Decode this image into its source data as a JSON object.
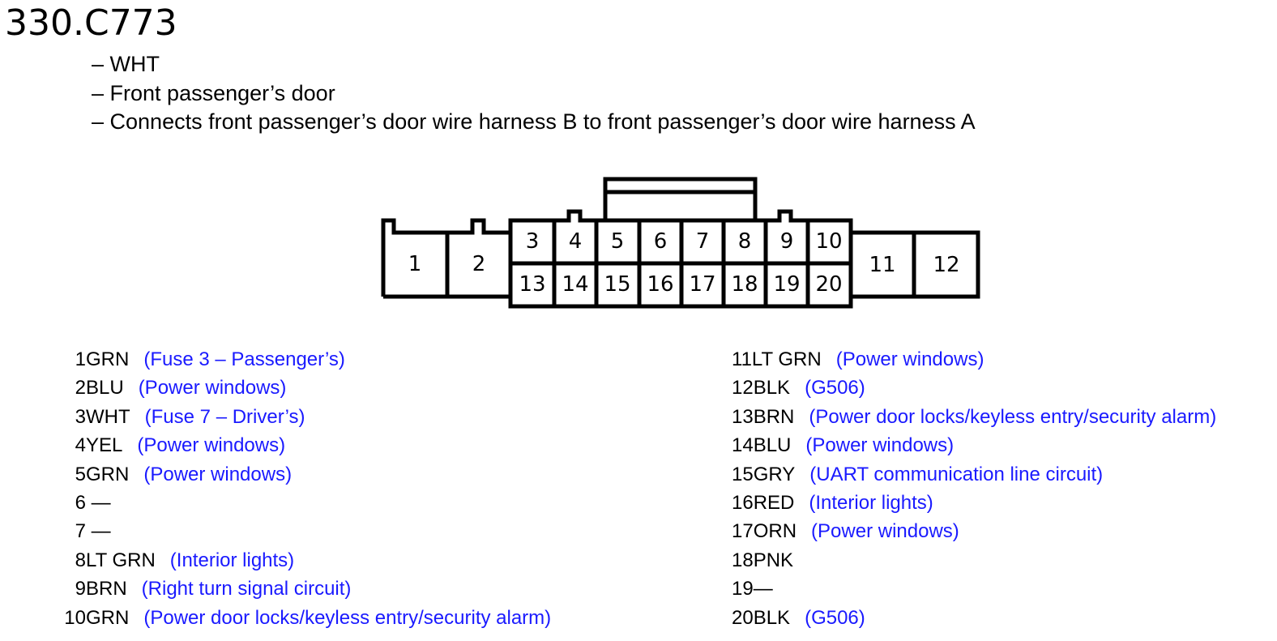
{
  "connector": {
    "id": "330.C773",
    "notes": [
      "WHT",
      "Front passenger’s door",
      "Connects front passenger’s door wire harness B to front passenger’s door wire harness A"
    ]
  },
  "diagram": {
    "cavities": [
      "1",
      "2",
      "3",
      "4",
      "5",
      "6",
      "7",
      "8",
      "9",
      "10",
      "11",
      "12",
      "13",
      "14",
      "15",
      "16",
      "17",
      "18",
      "19",
      "20"
    ]
  },
  "pinout": {
    "left": [
      {
        "pin": "1",
        "wire": "GRN",
        "circuit": "(Fuse 3 – Passenger’s)"
      },
      {
        "pin": "2",
        "wire": "BLU",
        "circuit": "(Power windows)"
      },
      {
        "pin": "3",
        "wire": "WHT",
        "circuit": "(Fuse 7 – Driver’s)"
      },
      {
        "pin": "4",
        "wire": "YEL",
        "circuit": "(Power windows)"
      },
      {
        "pin": "5",
        "wire": "GRN",
        "circuit": "(Power windows)"
      },
      {
        "pin": "6",
        "wire": " —",
        "circuit": ""
      },
      {
        "pin": "7",
        "wire": " —",
        "circuit": ""
      },
      {
        "pin": "8",
        "wire": "LT GRN",
        "circuit": "(Interior lights)"
      },
      {
        "pin": "9",
        "wire": "BRN",
        "circuit": "(Right turn signal circuit)"
      },
      {
        "pin": "10",
        "wire": "GRN",
        "circuit": "(Power door locks/keyless entry/security alarm)"
      }
    ],
    "right": [
      {
        "pin": "11",
        "wire": "LT GRN",
        "circuit": "(Power windows)"
      },
      {
        "pin": "12",
        "wire": "BLK",
        "circuit": "(G506)"
      },
      {
        "pin": "13",
        "wire": "BRN",
        "circuit": "(Power door locks/keyless entry/security alarm)"
      },
      {
        "pin": "14",
        "wire": "BLU",
        "circuit": "(Power windows)"
      },
      {
        "pin": "15",
        "wire": "GRY",
        "circuit": "(UART communication line circuit)"
      },
      {
        "pin": "16",
        "wire": "RED",
        "circuit": "(Interior lights)"
      },
      {
        "pin": "17",
        "wire": "ORN",
        "circuit": "(Power windows)"
      },
      {
        "pin": "18",
        "wire": "PNK",
        "circuit": ""
      },
      {
        "pin": "19",
        "wire": "—",
        "circuit": ""
      },
      {
        "pin": "20",
        "wire": "BLK",
        "circuit": "(G506)"
      }
    ]
  },
  "colors": {
    "circuit_text": "#1a1aff",
    "outline": "#000000"
  }
}
